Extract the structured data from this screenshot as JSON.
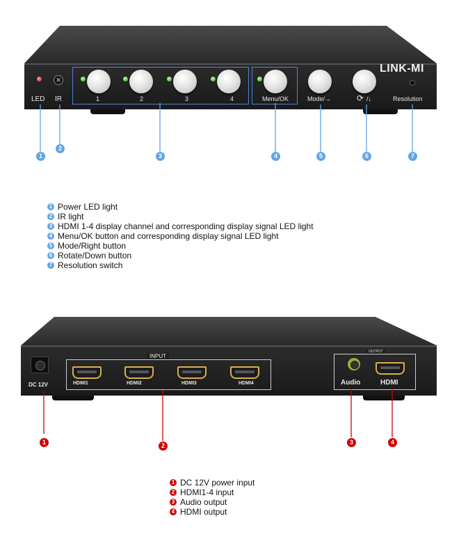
{
  "front": {
    "brand": "LINK-MI",
    "labels": {
      "led": "LED",
      "ir": "IR",
      "ch1": "1",
      "ch2": "2",
      "ch3": "3",
      "ch4": "4",
      "menu": "Menu/OK",
      "mode": "Mode/→",
      "rotate": "/↓",
      "resolution": "Resolution"
    },
    "markers": [
      "1",
      "2",
      "3",
      "4",
      "5",
      "6",
      "7"
    ],
    "legend": [
      {
        "num": "1",
        "text": "Power LED light"
      },
      {
        "num": "2",
        "text": "IR light"
      },
      {
        "num": "3",
        "text": "HDMI 1-4 display channel and corresponding display signal LED light"
      },
      {
        "num": "4",
        "text": "Menu/OK button and corresponding display signal LED light"
      },
      {
        "num": "5",
        "text": "Mode/Right button"
      },
      {
        "num": "6",
        "text": "Rotate/Down button"
      },
      {
        "num": "7",
        "text": "Resolution switch"
      }
    ]
  },
  "back": {
    "labels": {
      "dc": "DC 12V",
      "input": "INPUT",
      "hdmi1": "HDMI1",
      "hdmi2": "HDMI2",
      "hdmi3": "HDMI3",
      "hdmi4": "HDMI4",
      "output": "OUTPUT",
      "audio": "Audio",
      "hdmi": "HDMI"
    },
    "markers": [
      "1",
      "2",
      "3",
      "4"
    ],
    "legend": [
      {
        "num": "1",
        "text": "DC 12V power input"
      },
      {
        "num": "2",
        "text": "HDMI1-4 input"
      },
      {
        "num": "3",
        "text": "Audio output"
      },
      {
        "num": "4",
        "text": "HDMI output"
      }
    ]
  },
  "colors": {
    "callout_blue": "#62a4e6",
    "callout_red": "#d10000",
    "device_body": "#232323"
  }
}
